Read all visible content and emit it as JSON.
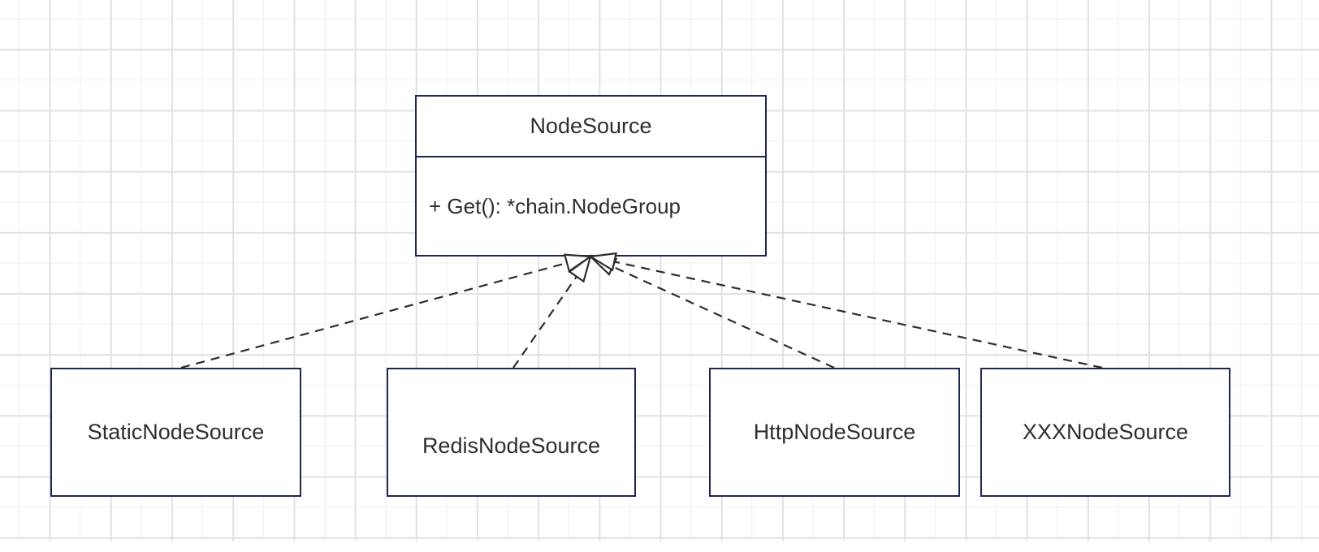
{
  "diagram": {
    "type": "uml-class-diagram",
    "parent": {
      "name": "NodeSource",
      "method": "+ Get(): *chain.NodeGroup"
    },
    "children": [
      {
        "name": "StaticNodeSource"
      },
      {
        "name": "RedisNodeSource"
      },
      {
        "name": "HttpNodeSource"
      },
      {
        "name": "XXXNodeSource"
      }
    ],
    "edges": [
      {
        "from": "StaticNodeSource",
        "to": "NodeSource",
        "kind": "realization-dashed-hollow-triangle"
      },
      {
        "from": "RedisNodeSource",
        "to": "NodeSource",
        "kind": "realization-dashed-hollow-triangle"
      },
      {
        "from": "HttpNodeSource",
        "to": "NodeSource",
        "kind": "realization-dashed-hollow-triangle"
      },
      {
        "from": "XXXNodeSource",
        "to": "NodeSource",
        "kind": "realization-dashed-hollow-triangle"
      }
    ],
    "colors": {
      "box_border": "#1d2750",
      "box_fill": "#ffffff",
      "text": "#2e2e2e",
      "edge_stroke": "#2d2d2d",
      "grid_minor": "#efefef",
      "grid_major": "#e2e2e2",
      "background": "#ffffff"
    }
  }
}
